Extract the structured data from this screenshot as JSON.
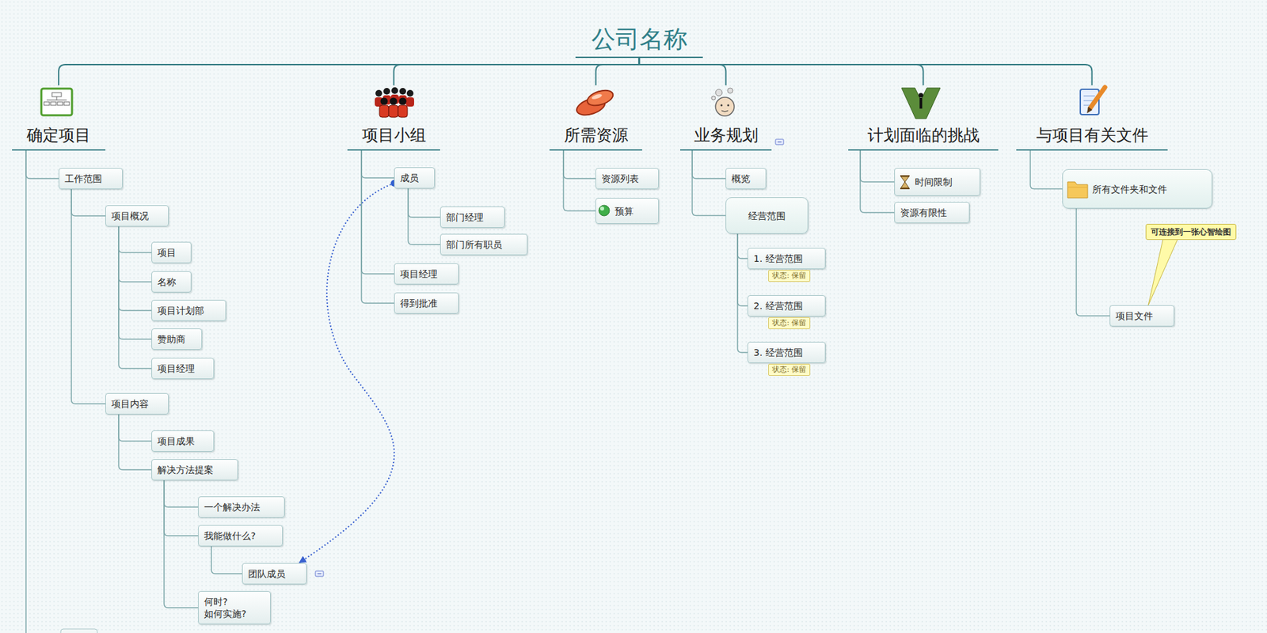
{
  "diagram": {
    "nodes": [
      {
        "text": [
          "公司名称"
        ]
      },
      {
        "text": [
          "确定项目"
        ]
      },
      {
        "text": [
          "工作范围"
        ]
      },
      {
        "text": [
          "项目概况"
        ]
      },
      {
        "text": [
          "项目"
        ]
      },
      {
        "text": [
          "名称"
        ]
      },
      {
        "text": [
          "项目计划部"
        ]
      },
      {
        "text": [
          "赞助商"
        ]
      },
      {
        "text": [
          "项目经理"
        ]
      },
      {
        "text": [
          "项目内容"
        ]
      },
      {
        "text": [
          "项目成果"
        ]
      },
      {
        "text": [
          "解决方法提案"
        ]
      },
      {
        "text": [
          "一个解决办法"
        ]
      },
      {
        "text": [
          "我能做什么?"
        ]
      },
      {
        "text": [
          "团队成员"
        ]
      },
      {
        "text": [
          "何时? 如何实施?"
        ]
      },
      {
        "text": [
          "项目小组"
        ]
      },
      {
        "text": [
          "成员"
        ]
      },
      {
        "text": [
          "部门经理"
        ]
      },
      {
        "text": [
          "部门所有职员"
        ]
      },
      {
        "text": [
          "项目经理"
        ]
      },
      {
        "text": [
          "得到批准"
        ]
      },
      {
        "text": [
          "所需资源"
        ]
      },
      {
        "text": [
          "资源列表"
        ]
      },
      {
        "text": [
          "预算"
        ]
      },
      {
        "text": [
          "业务规划"
        ]
      },
      {
        "text": [
          "概览"
        ]
      },
      {
        "text": [
          "经营范围"
        ]
      },
      {
        "text": [
          "1. 经营范围"
        ]
      },
      {
        "text": [
          "状态: 保留"
        ]
      },
      {
        "text": [
          "2. 经营范围"
        ]
      },
      {
        "text": [
          "状态: 保留"
        ]
      },
      {
        "text": [
          "3. 经营范围"
        ]
      },
      {
        "text": [
          "状态: 保留"
        ]
      },
      {
        "text": [
          "计划面临的挑战"
        ]
      },
      {
        "text": [
          "时间限制"
        ]
      },
      {
        "text": [
          "资源有限性"
        ]
      },
      {
        "text": [
          "与项目有关文件"
        ]
      },
      {
        "text": [
          "所有文件夹和文件"
        ]
      },
      {
        "text": [
          "项目文件"
        ]
      },
      {
        "text": [
          "可连接到一张心智绘图"
        ]
      }
    ],
    "edges": [
      {
        "from": 0,
        "to": 1,
        "arrow": "none"
      },
      {
        "from": 0,
        "to": 16,
        "arrow": "none"
      },
      {
        "from": 0,
        "to": 22,
        "arrow": "none"
      },
      {
        "from": 0,
        "to": 25,
        "arrow": "none"
      },
      {
        "from": 0,
        "to": 34,
        "arrow": "none"
      },
      {
        "from": 0,
        "to": 37,
        "arrow": "none"
      },
      {
        "from": 1,
        "to": 2,
        "arrow": "none"
      },
      {
        "from": 2,
        "to": 3,
        "arrow": "none"
      },
      {
        "from": 3,
        "to": 4,
        "arrow": "none"
      },
      {
        "from": 3,
        "to": 5,
        "arrow": "none"
      },
      {
        "from": 3,
        "to": 6,
        "arrow": "none"
      },
      {
        "from": 3,
        "to": 7,
        "arrow": "none"
      },
      {
        "from": 3,
        "to": 8,
        "arrow": "none"
      },
      {
        "from": 2,
        "to": 9,
        "arrow": "none"
      },
      {
        "from": 9,
        "to": 10,
        "arrow": "none"
      },
      {
        "from": 9,
        "to": 11,
        "arrow": "none"
      },
      {
        "from": 11,
        "to": 12,
        "arrow": "none"
      },
      {
        "from": 11,
        "to": 13,
        "arrow": "none"
      },
      {
        "from": 13,
        "to": 14,
        "arrow": "none"
      },
      {
        "from": 11,
        "to": 15,
        "arrow": "none"
      },
      {
        "from": 16,
        "to": 17,
        "arrow": "none"
      },
      {
        "from": 17,
        "to": 18,
        "arrow": "none"
      },
      {
        "from": 17,
        "to": 19,
        "arrow": "none"
      },
      {
        "from": 16,
        "to": 20,
        "arrow": "none"
      },
      {
        "from": 16,
        "to": 21,
        "arrow": "none"
      },
      {
        "from": 22,
        "to": 23,
        "arrow": "none"
      },
      {
        "from": 22,
        "to": 24,
        "arrow": "none"
      },
      {
        "from": 25,
        "to": 26,
        "arrow": "none"
      },
      {
        "from": 25,
        "to": 27,
        "arrow": "none"
      },
      {
        "from": 27,
        "to": 28,
        "arrow": "none"
      },
      {
        "from": 27,
        "to": 30,
        "arrow": "none"
      },
      {
        "from": 27,
        "to": 32,
        "arrow": "none"
      },
      {
        "from": 34,
        "to": 35,
        "arrow": "none"
      },
      {
        "from": 34,
        "to": 36,
        "arrow": "none"
      },
      {
        "from": 37,
        "to": 38,
        "arrow": "none"
      },
      {
        "from": 38,
        "to": 39,
        "arrow": "none"
      },
      {
        "from": 17,
        "to": 14,
        "arrow": "to"
      },
      {
        "from": 40,
        "to": 39,
        "arrow": "none"
      }
    ]
  }
}
